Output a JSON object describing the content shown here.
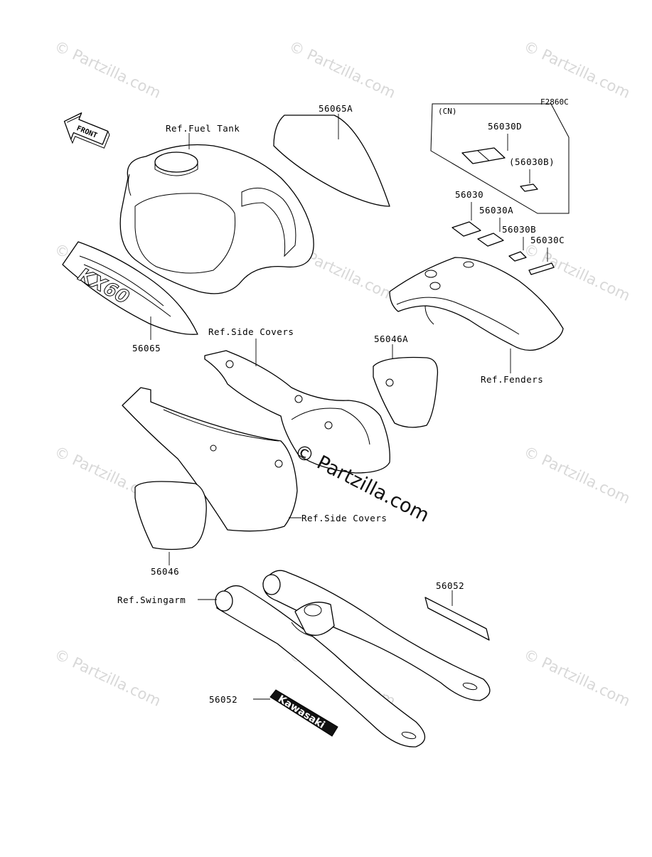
{
  "diagram": {
    "figure_code": "F2860C",
    "front_label": "FRONT",
    "region_label": "(CN)",
    "center_watermark": "© Partzilla.com",
    "corner_watermark": "© Partzilla.com",
    "decal_tank_text": "KX60",
    "decal_swingarm_text": "Kawasaki",
    "labels": {
      "p56065A": "56065A",
      "fuel_tank": "Ref.Fuel Tank",
      "p56030D": "56030D",
      "p56030B_paren": "(56030B)",
      "p56030": "56030",
      "p56030A": "56030A",
      "p56030B": "56030B",
      "p56030C": "56030C",
      "p56065": "56065",
      "side_covers_upper": "Ref.Side Covers",
      "p56046A": "56046A",
      "fenders": "Ref.Fenders",
      "side_covers_lower": "Ref.Side Covers",
      "p56046": "56046",
      "swingarm": "Ref.Swingarm",
      "p56052_right": "56052",
      "p56052_left": "56052"
    }
  }
}
